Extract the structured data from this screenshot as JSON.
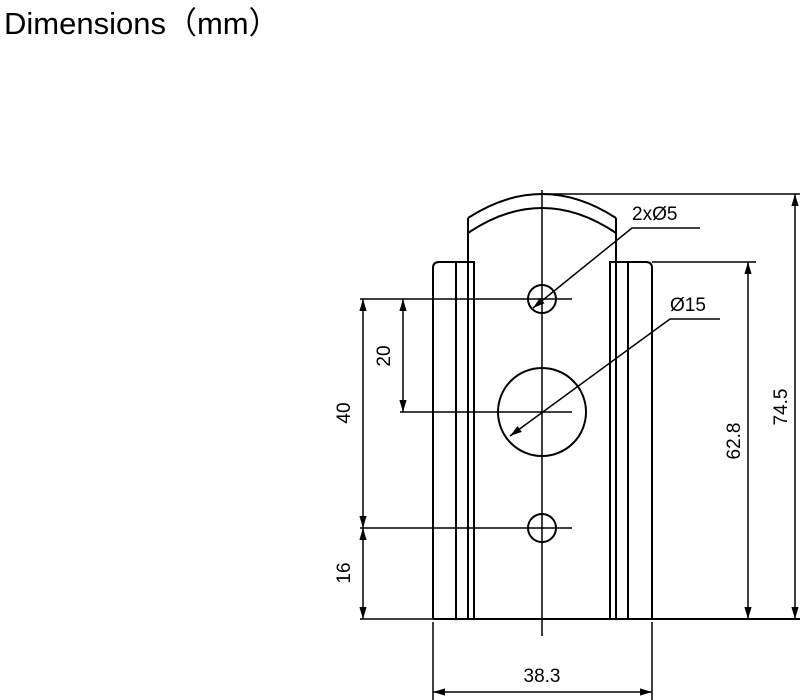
{
  "title": "Dimensions（mm）",
  "dimensions": {
    "holes_small": "2xØ5",
    "hole_large": "Ø15",
    "hole_spacing": "20",
    "hole_to_hole": "40",
    "bottom_offset": "16",
    "flange_height": "62.8",
    "total_height": "74.5",
    "width": "38.3"
  }
}
